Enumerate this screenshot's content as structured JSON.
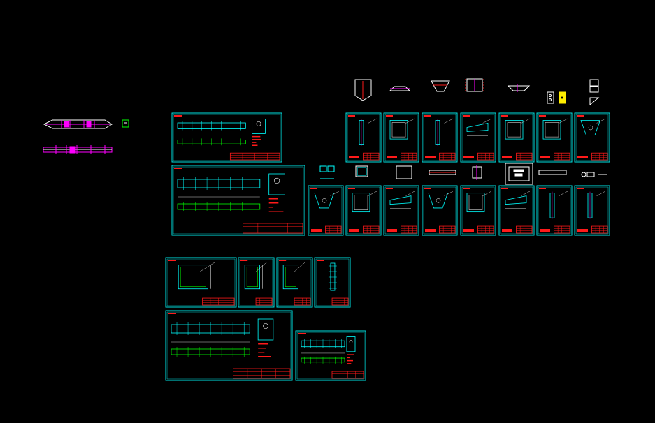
{
  "app": {
    "view": "model-space",
    "background": "#000000"
  },
  "colors": {
    "frame": "#00e5e5",
    "detail": "#00ffff",
    "title_block": "#ff1a1a",
    "magenta": "#ff00ff",
    "white": "#ffffff",
    "yellow": "#ffee00",
    "green": "#00ff00"
  },
  "drawing_groups": [
    {
      "name": "top-shape-row",
      "count": 8
    },
    {
      "name": "sheet-row-a",
      "count": 7
    },
    {
      "name": "part-row-b",
      "count": 9
    },
    {
      "name": "sheet-row-b",
      "count": 8
    },
    {
      "name": "large-sheets-left",
      "count": 4
    },
    {
      "name": "lower-sheets",
      "count": 6
    }
  ]
}
